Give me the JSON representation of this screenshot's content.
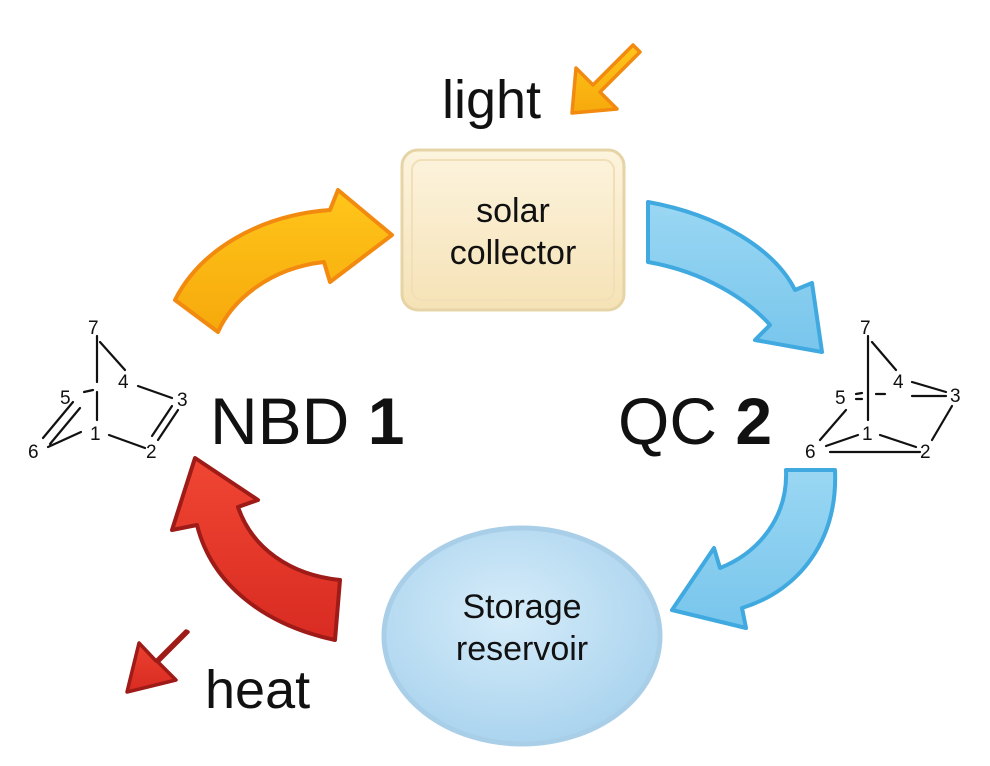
{
  "labels": {
    "light": "light",
    "heat": "heat",
    "solar_collector_line1": "solar",
    "solar_collector_line2": "collector",
    "storage_line1": "Storage",
    "storage_line2": "reservoir",
    "nbd_name": "NBD",
    "nbd_number": "1",
    "qc_name": "QC",
    "qc_number": "2"
  },
  "nbd_atoms": [
    "7",
    "4",
    "5",
    "3",
    "1",
    "6",
    "2"
  ],
  "qc_atoms": [
    "7",
    "4",
    "5",
    "3",
    "1",
    "6",
    "2"
  ],
  "colors": {
    "orange_arrow": "#f7b20d",
    "orange_outline": "#f28a10",
    "blue_arrow": "#8fd0f0",
    "blue_outline": "#3fa9e0",
    "red_arrow": "#e8352a",
    "red_outline": "#9e1b17",
    "collector_fill": "#fbeccb",
    "collector_outline": "#e6d4a6",
    "reservoir_fill": "#c4e2f5",
    "reservoir_outline": "#a9cfe8"
  }
}
